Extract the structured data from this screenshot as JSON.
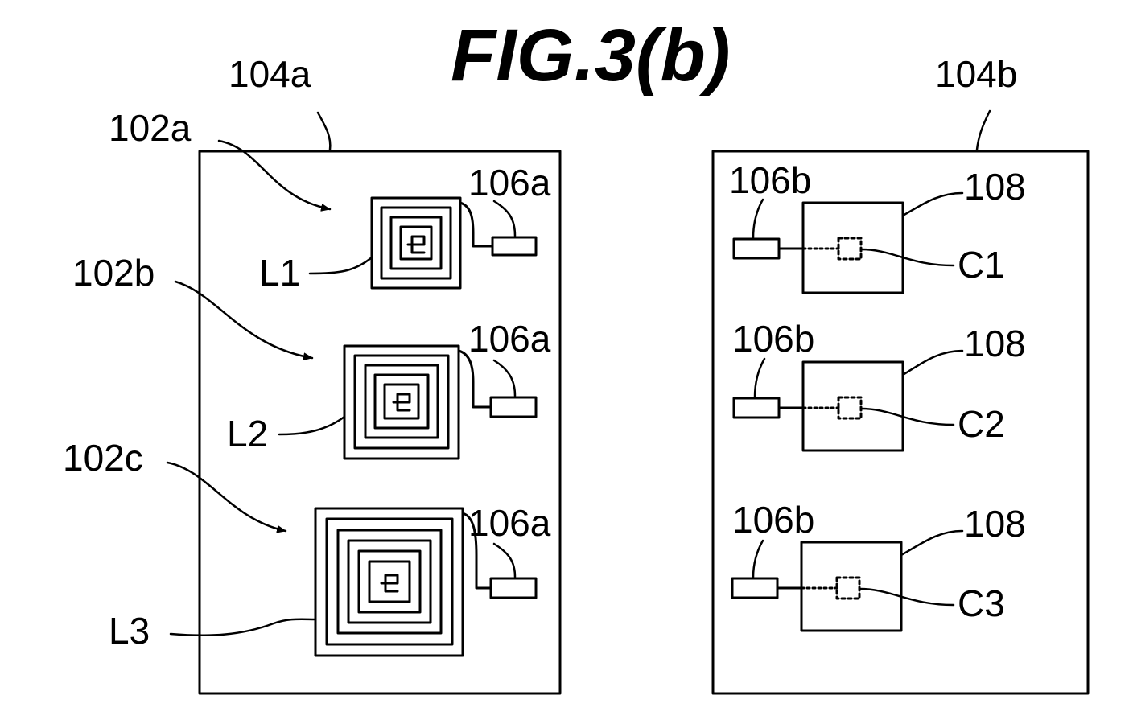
{
  "title": "FIG.3(b)",
  "panel_left": {
    "ref": "104a",
    "rows": [
      {
        "arrow_label": "102a",
        "inductor": "L1",
        "pad": "106a"
      },
      {
        "arrow_label": "102b",
        "inductor": "L2",
        "pad": "106a"
      },
      {
        "arrow_label": "102c",
        "inductor": "L3",
        "pad": "106a"
      }
    ]
  },
  "panel_right": {
    "ref": "104b",
    "rows": [
      {
        "pad": "106b",
        "chip": "108",
        "capacitor": "C1"
      },
      {
        "pad": "106b",
        "chip": "108",
        "capacitor": "C2"
      },
      {
        "pad": "106b",
        "chip": "108",
        "capacitor": "C3"
      }
    ]
  }
}
